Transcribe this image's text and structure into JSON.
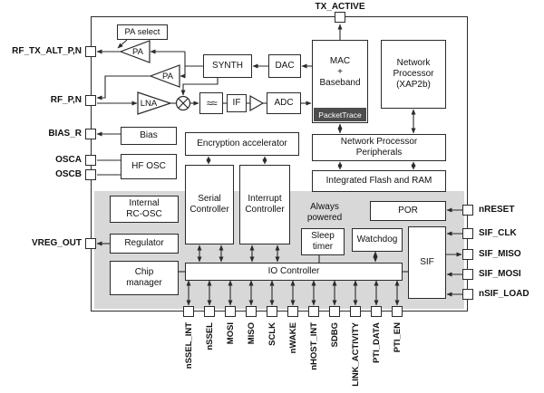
{
  "pins": {
    "top": [
      "TX_ACTIVE"
    ],
    "left": [
      "RF_TX_ALT_P,N",
      "RF_P,N",
      "BIAS_R",
      "OSCA",
      "OSCB",
      "VREG_OUT"
    ],
    "right": [
      "nRESET",
      "SIF_CLK",
      "SIF_MISO",
      "SIF_MOSI",
      "nSIF_LOAD"
    ],
    "bottom": [
      "nSSEL_INT",
      "nSSEL",
      "MOSI",
      "MISO",
      "SCLK",
      "nWAKE",
      "nHOST_INT",
      "SDBG",
      "LINK_ACTIVITY",
      "PTI_DATA",
      "PTI_EN"
    ]
  },
  "blocks": {
    "pa_select": "PA select",
    "pa1": "PA",
    "pa2": "PA",
    "lna": "LNA",
    "synth": "SYNTH",
    "dac": "DAC",
    "if_block": "IF",
    "adc": "ADC",
    "mac": "MAC\n+\nBaseband",
    "packettrace": "PacketTrace",
    "network_processor": "Network\nProcessor\n(XAP2b)",
    "encryption": "Encryption accelerator",
    "np_peripherals": "Network Processor\nPeripherals",
    "flash_ram": "Integrated Flash and RAM",
    "bias": "Bias",
    "hf_osc": "HF OSC",
    "internal_rc_osc": "Internal\nRC-OSC",
    "serial_controller": "Serial\nController",
    "interrupt_controller": "Interrupt\nController",
    "always_powered": "Always\npowered",
    "por": "POR",
    "sleep_timer": "Sleep\ntimer",
    "watchdog": "Watchdog",
    "sif": "SIF",
    "regulator": "Regulator",
    "chip_manager": "Chip\nmanager",
    "io_controller": "IO Controller"
  },
  "icons": {
    "filter": "≈≈"
  },
  "colors": {
    "packettrace_bg": "#4d4d4d",
    "always_powered_bg": "#d8d8d8",
    "line": "#2a2a2a"
  }
}
